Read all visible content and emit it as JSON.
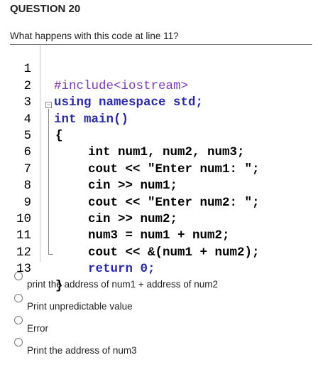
{
  "question": {
    "title": "QUESTION 20",
    "text": "What happens with this code at line 11?"
  },
  "code": {
    "lines": [
      {
        "n": "1",
        "text": "#include<iostream>"
      },
      {
        "n": "2",
        "text": "using namespace std;"
      },
      {
        "n": "3",
        "text": "int main()"
      },
      {
        "n": "4",
        "text": "{"
      },
      {
        "n": "5",
        "text": "int num1, num2, num3;"
      },
      {
        "n": "6",
        "text": "cout << \"Enter num1: \";"
      },
      {
        "n": "7",
        "text": "cin >> num1;"
      },
      {
        "n": "8",
        "text": "cout << \"Enter num2: \";"
      },
      {
        "n": "9",
        "text": "cin >> num2;"
      },
      {
        "n": "10",
        "text": "num3 = num1 + num2;"
      },
      {
        "n": "11",
        "text": "cout << &(num1 + num2);"
      },
      {
        "n": "12",
        "text": "return 0;"
      },
      {
        "n": "13",
        "text": "}"
      }
    ]
  },
  "options": [
    {
      "label": "print the address of num1 + address of num2"
    },
    {
      "label": "Print unpredictable value"
    },
    {
      "label": "Error"
    },
    {
      "label": "Print the address of num3"
    }
  ]
}
